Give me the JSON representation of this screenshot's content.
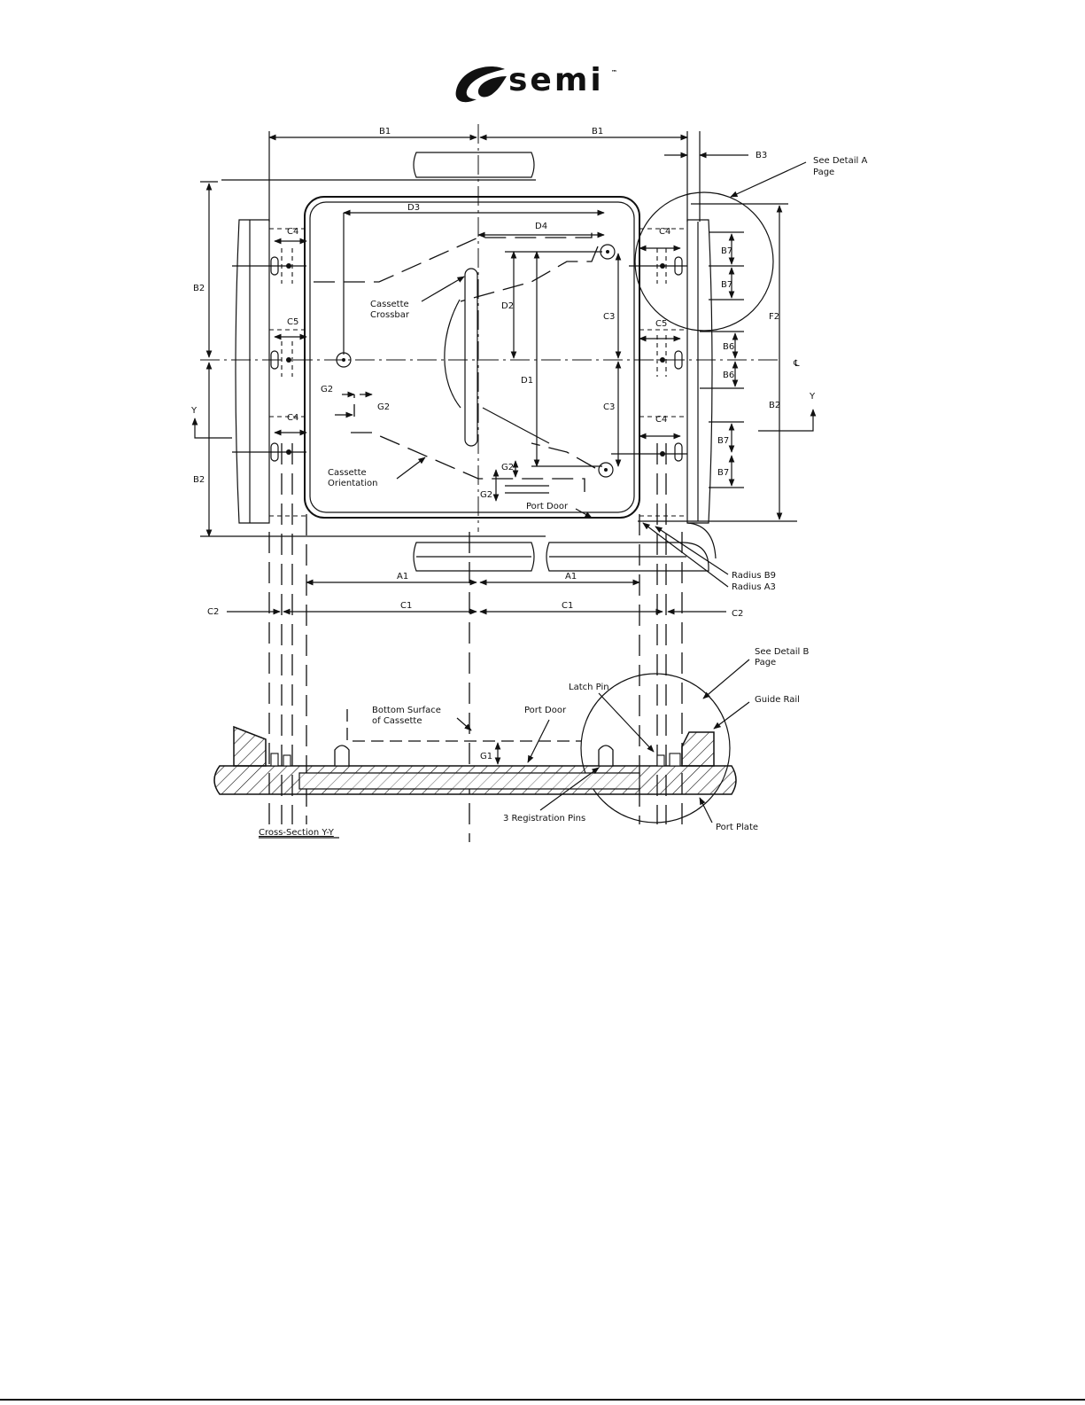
{
  "logo": {
    "text": "semi",
    "tm": "™"
  },
  "labels": {
    "b1_left": "B1",
    "b1_right": "B1",
    "b3": "B3",
    "detail_a": [
      "See Detail A",
      "Page"
    ],
    "d3": "D3",
    "d4": "D4",
    "c4_left_top": "C4",
    "c4_right_top": "C4",
    "b7_1": "B7",
    "b7_2": "B7",
    "b2_left_top": "B2",
    "crossbar": [
      "Cassette",
      "Crossbar"
    ],
    "d2": "D2",
    "c3_top": "C3",
    "c5_left": "C5",
    "c5_right": "C5",
    "f2": "F2",
    "b6_1": "B6",
    "b6_2": "B6",
    "cl_symbol": "℄",
    "d1": "D1",
    "g2_a": "G2",
    "g2_b": "G2",
    "y_left": "Y",
    "y_right": "Y",
    "c4_left_bot": "C4",
    "c3_bot": "C3",
    "c4_right_bot": "C4",
    "b2_right": "B2",
    "b7_3": "B7",
    "b7_4": "B7",
    "b2_left_bot": "B2",
    "orientation": [
      "Cassette",
      "Orientation"
    ],
    "g2_c": "G2",
    "g2_d": "G2",
    "port_door_top": "Port Door",
    "radius_b9": "Radius B9",
    "radius_a3": "Radius A3",
    "a1_left": "A1",
    "a1_right": "A1",
    "c2_left": "C2",
    "c1_left": "C1",
    "c1_right": "C1",
    "c2_right": "C2",
    "detail_b": [
      "See Detail B",
      "Page"
    ],
    "latch_pin": "Latch Pin",
    "guide_rail": "Guide Rail",
    "bottom_surface": [
      "Bottom Surface",
      "of Cassette"
    ],
    "port_door_bot": "Port Door",
    "g1": "G1",
    "reg_pins": "3 Registration Pins",
    "port_plate": "Port Plate",
    "cross_section": "Cross-Section Y-Y"
  }
}
